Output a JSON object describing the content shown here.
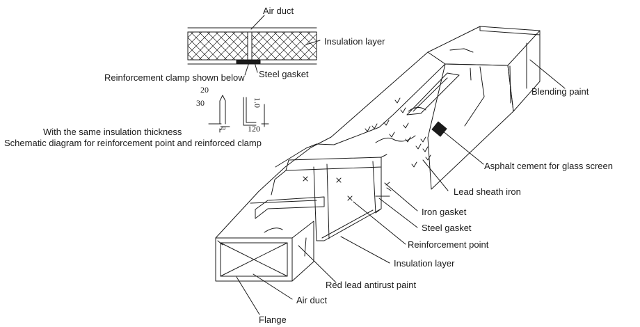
{
  "inset": {
    "air_duct": "Air duct",
    "insulation_layer": "Insulation layer",
    "steel_gasket": "Steel gasket",
    "clamp_shown_below": "Reinforcement clamp shown below",
    "same_thickness": "With the same insulation thickness",
    "schematic_caption": "Schematic diagram for reinforcement point and reinforced clamp",
    "dims": {
      "d20": "20",
      "d30": "30",
      "d120": "120",
      "d10": "1.0",
      "d_small": "20"
    }
  },
  "labels": {
    "blending_paint": "Blending paint",
    "asphalt_cement": "Asphalt cement for glass screen",
    "lead_sheath_iron": "Lead sheath iron",
    "iron_gasket": "Iron gasket",
    "steel_gasket": "Steel gasket",
    "reinforcement_point": "Reinforcement point",
    "insulation_layer": "Insulation layer",
    "red_lead_paint": "Red lead antirust paint",
    "air_duct": "Air duct",
    "flange": "Flange"
  },
  "colors": {
    "line": "#1a1a1a",
    "background": "#ffffff"
  }
}
